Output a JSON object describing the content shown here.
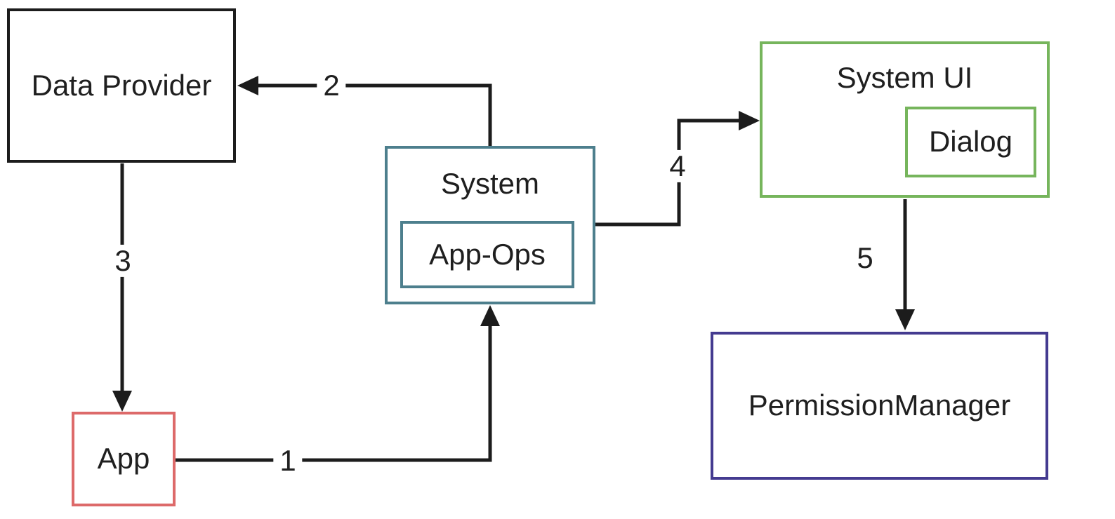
{
  "diagram": {
    "type": "flow-diagram",
    "background_color": "#ffffff",
    "line_color": "#1c1c1c",
    "nodes": {
      "data_provider": {
        "label": "Data Provider",
        "border_color": "#1c1c1c"
      },
      "app": {
        "label": "App",
        "border_color": "#dd6a6a"
      },
      "system": {
        "label": "System",
        "border_color": "#4d7f8d"
      },
      "app_ops": {
        "label": "App-Ops",
        "border_color": "#4d7f8d",
        "parent": "system"
      },
      "system_ui": {
        "label": "System UI",
        "border_color": "#76b55c"
      },
      "dialog": {
        "label": "Dialog",
        "border_color": "#76b55c",
        "parent": "system_ui"
      },
      "permission_manager": {
        "label": "PermissionManager",
        "border_color": "#443b90"
      }
    },
    "edges": [
      {
        "label": "1",
        "from": "app",
        "to": "system"
      },
      {
        "label": "2",
        "from": "system",
        "to": "data_provider"
      },
      {
        "label": "3",
        "from": "data_provider",
        "to": "app"
      },
      {
        "label": "4",
        "from": "system",
        "to": "system_ui"
      },
      {
        "label": "5",
        "from": "system_ui",
        "to": "permission_manager"
      }
    ]
  }
}
